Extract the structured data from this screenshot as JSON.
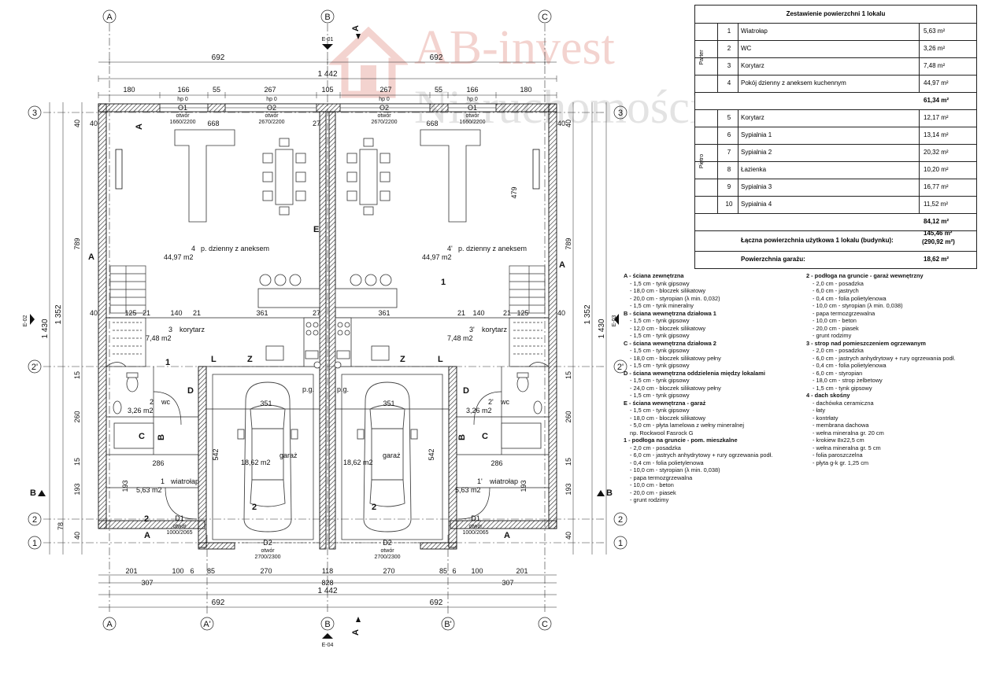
{
  "axes_top": [
    "A",
    "B",
    "C"
  ],
  "axes_bottom": [
    "A",
    "A'",
    "B",
    "B'",
    "C"
  ],
  "axes_left": [
    "3",
    "2'",
    "2",
    "1"
  ],
  "section_marks": {
    "top": "E-01",
    "bottom": "E-04",
    "left": "E-02",
    "right": "E-03",
    "a": "A",
    "b": "B"
  },
  "dims": {
    "top_half": "692",
    "total": "1 442",
    "top_row": [
      "180",
      "166",
      "55",
      "267",
      "105",
      "267",
      "55",
      "166",
      "180"
    ],
    "inner_row": [
      "40",
      "668",
      "27",
      "668"
    ],
    "mid_row": [
      "140",
      "21",
      "361",
      "27",
      "361",
      "21",
      "140"
    ],
    "bottom_row1": [
      "201",
      "100",
      "6",
      "85",
      "270",
      "118",
      "270",
      "85",
      "6",
      "100",
      "201"
    ],
    "bottom_row2": [
      "307",
      "828",
      "307"
    ],
    "left_v": [
      "40",
      "789",
      "1 352",
      "1 430",
      "40",
      "260",
      "15",
      "193",
      "15",
      "40",
      "78"
    ],
    "garage_width": "351",
    "garage_depth": "542",
    "stair_dims": [
      "125",
      "21",
      "286",
      "193",
      "479"
    ]
  },
  "openings": {
    "o1": {
      "hp": "hp 0",
      "code": "O1",
      "size": "otwór\n1660/2200"
    },
    "o2": {
      "hp": "hp 0",
      "code": "O2",
      "size": "otwór\n2670/2200"
    },
    "d1": {
      "code": "D1",
      "size": "otwór\n1000/2065"
    },
    "d2": {
      "code": "D2",
      "size": "otwór\n2700/2300"
    },
    "o1_text": "otwór",
    "o1_dim": "1660/2200",
    "o2_dim": "2670/2200",
    "d1_dim": "1000/2065",
    "d2_dim": "2700/2300"
  },
  "rooms": {
    "living_l": {
      "no": "4",
      "name": "p. dzienny z aneksem",
      "area": "44,97 m2"
    },
    "living_r": {
      "no": "4'",
      "name": "p. dzienny z aneksem",
      "area": "44,97 m2"
    },
    "corr_l": {
      "no": "3",
      "name": "korytarz",
      "area": "7,48 m2"
    },
    "corr_r": {
      "no": "3'",
      "name": "korytarz",
      "area": "7,48 m2"
    },
    "wc_l": {
      "no": "2",
      "name": "wc",
      "area": "3,26 m2"
    },
    "wc_r": {
      "no": "2'",
      "name": "wc",
      "area": "3,26 m2"
    },
    "vest_l": {
      "no": "1",
      "name": "wiatrołap",
      "area": "5,63 m2"
    },
    "vest_r": {
      "no": "1'",
      "name": "wiatrołap",
      "area": "5,63 m2"
    },
    "gar_l": {
      "name": "garaż",
      "area": "18,62 m2"
    },
    "gar_r": {
      "name": "garaż",
      "area": "18,62 m2"
    },
    "pg": "p.g."
  },
  "wall_letters": [
    "A",
    "B",
    "C",
    "D",
    "E",
    "L",
    "Z",
    "1",
    "2"
  ],
  "logo": {
    "line1": "AB-invest",
    "line2": "Nieruchomości"
  },
  "table": {
    "title": "Zestawienie powierzchni 1 lokalu",
    "groups": [
      "Parter",
      "Piętro"
    ],
    "ground": [
      {
        "no": "1",
        "name": "Wiatrołap",
        "area": "5,63 m²"
      },
      {
        "no": "2",
        "name": "WC",
        "area": "3,26 m²"
      },
      {
        "no": "3",
        "name": "Korytarz",
        "area": "7,48 m²"
      },
      {
        "no": "4",
        "name": "Pokój dzienny z aneksem kuchennym",
        "area": "44,97 m²"
      }
    ],
    "ground_sum": "61,34 m²",
    "upper": [
      {
        "no": "5",
        "name": "Korytarz",
        "area": "12,17 m²"
      },
      {
        "no": "6",
        "name": "Sypialnia 1",
        "area": "13,14 m²"
      },
      {
        "no": "7",
        "name": "Sypialnia 2",
        "area": "20,32 m²"
      },
      {
        "no": "8",
        "name": "Łazienka",
        "area": "10,20 m²"
      },
      {
        "no": "9",
        "name": "Sypialnia 3",
        "area": "16,77 m²"
      },
      {
        "no": "10",
        "name": "Sypialnia 4",
        "area": "11,52 m²"
      }
    ],
    "upper_sum": "84,12 m²",
    "total_label": "Łączna powierzchnia użytkowa 1 lokalu (budynku):",
    "total_value": "145,46 m²",
    "total_value2": "(290,92 m²)",
    "garage_label": "Powierzchnia garażu:",
    "garage_value": "18,62 m²"
  },
  "legend": {
    "col1": [
      {
        "h": "A - ściana zewnętrzna",
        "items": [
          "- 1,5 cm - tynk gipsowy",
          "- 18,0 cm - bloczek silikatowy",
          "- 20,0 cm - styropian (λ min. 0,032)",
          "- 1,5 cm - tynk mineralny"
        ]
      },
      {
        "h": "B - ściana wewnętrzna działowa 1",
        "items": [
          "- 1,5 cm - tynk gipsowy",
          "- 12,0 cm - bloczek silikatowy",
          "- 1,5 cm - tynk gipsowy"
        ]
      },
      {
        "h": "C - ściana wewnętrzna działowa 2",
        "items": [
          "- 1,5 cm - tynk gipsowy",
          "- 18,0 cm - bloczek silikatowy pełny",
          "- 1,5 cm - tynk gipsowy"
        ]
      },
      {
        "h": "D - ściana wewnętrzna oddzielenia między lokalami",
        "items": [
          "- 1,5 cm - tynk gipsowy",
          "- 24,0 cm - bloczek silikatowy pełny",
          "- 1,5 cm - tynk gipsowy"
        ]
      },
      {
        "h": "E - ściana wewnętrzna - garaż",
        "items": [
          "- 1,5 cm - tynk gipsowy",
          "- 18,0 cm - bloczek silikatowy",
          "- 5,0 cm - płyta lamelowa z wełny mineralnej",
          "      np. Rockwool Fasrock G"
        ]
      },
      {
        "h": "1 - podłoga na gruncie - pom. mieszkalne",
        "items": [
          "- 2,0 cm - posadzka",
          "- 6,0 cm - jastrych anhydrytowy + rury ogrzewania podł.",
          "- 0,4 cm - folia polietylenowa",
          "- 10,0 cm - styropian (λ min. 0,038)",
          "- papa termozgrzewalna",
          "- 10,0 cm - beton",
          "- 20,0 cm - piasek",
          "- grunt rodzimy"
        ]
      }
    ],
    "col2": [
      {
        "h": "2 - podłoga na gruncie - garaż wewnętrzny",
        "items": [
          "- 2,0 cm - posadzka",
          "- 6,0 cm - jastrych",
          "- 0,4 cm - folia polietylenowa",
          "- 10,0 cm - styropian (λ min. 0,038)",
          "- papa termozgrzewalna",
          "- 10,0 cm - beton",
          "- 20,0 cm - piasek",
          "- grunt rodzimy"
        ]
      },
      {
        "h": "3 - strop nad pomieszczeniem ogrzewanym",
        "items": [
          "- 2,0 cm - posadzka",
          "- 6,0 cm - jastrych anhydrytowy + rury ogrzewania podł.",
          "- 0,4 cm - folia polietylenowa",
          "- 6,0 cm - styropian",
          "- 18,0 cm - strop żelbetowy",
          "- 1,5 cm - tynk gipsowy"
        ]
      },
      {
        "h": "4 - dach skośny",
        "items": [
          "- dachówka ceramiczna",
          "- łaty",
          "- kontrłaty",
          "- membrana dachowa",
          "- wełna mineralna gr. 20 cm",
          "- krokiew 8x22,5 cm",
          "- wełna mineralna gr. 5 cm",
          "- folia paroszczelna",
          "- płyta g-k gr. 1,25 cm"
        ]
      }
    ]
  }
}
